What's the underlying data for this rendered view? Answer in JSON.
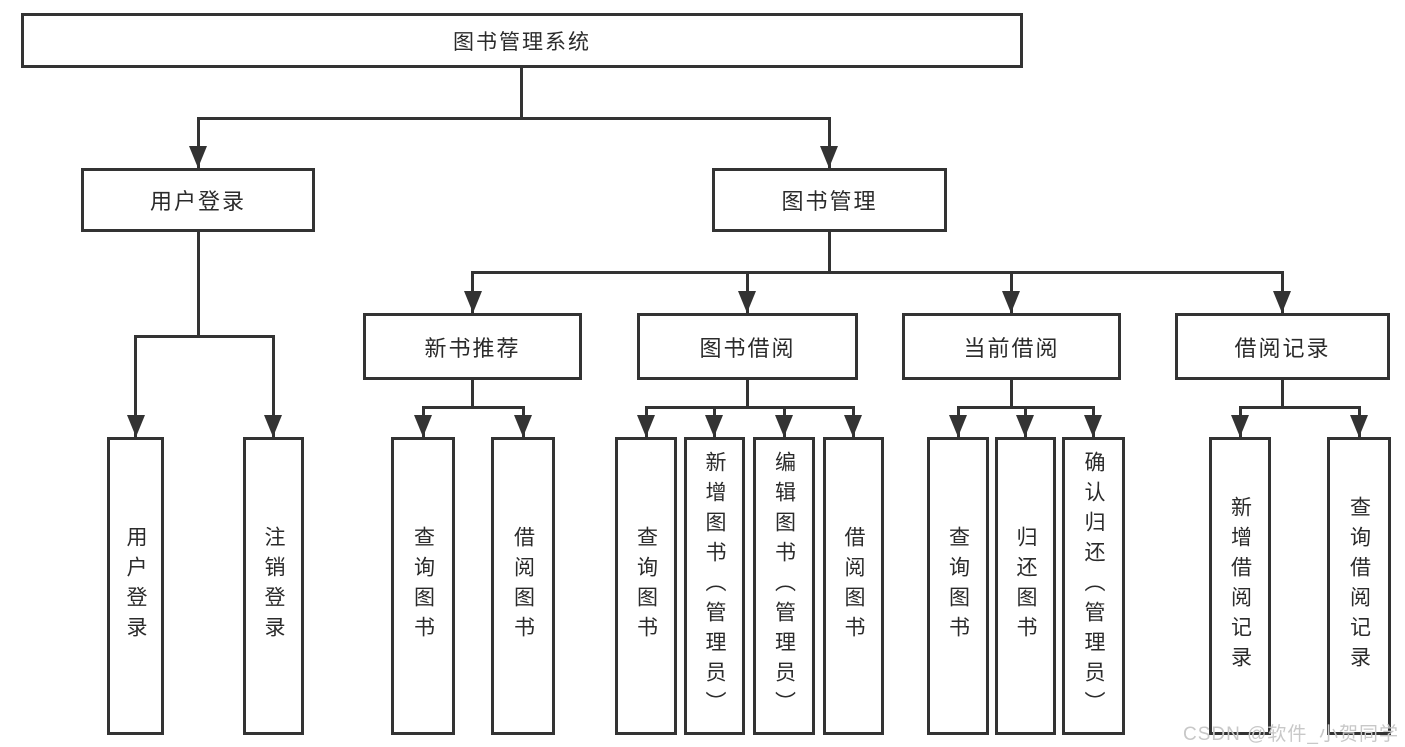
{
  "tree": {
    "root": {
      "label": "图书管理系统",
      "children": [
        {
          "label": "用户登录",
          "children": [
            {
              "label": "用户登录"
            },
            {
              "label": "注销登录"
            }
          ]
        },
        {
          "label": "图书管理",
          "children": [
            {
              "label": "新书推荐",
              "children": [
                {
                  "label": "查询图书"
                },
                {
                  "label": "借阅图书"
                }
              ]
            },
            {
              "label": "图书借阅",
              "children": [
                {
                  "label": "查询图书"
                },
                {
                  "label": "新增图书（管理员）"
                },
                {
                  "label": "编辑图书（管理员）"
                },
                {
                  "label": "借阅图书"
                }
              ]
            },
            {
              "label": "当前借阅",
              "children": [
                {
                  "label": "查询图书"
                },
                {
                  "label": "归还图书"
                },
                {
                  "label": "确认归还（管理员）"
                }
              ]
            },
            {
              "label": "借阅记录",
              "children": [
                {
                  "label": "新增借阅记录"
                },
                {
                  "label": "查询借阅记录"
                }
              ]
            }
          ]
        }
      ]
    }
  },
  "watermark": {
    "text": "CSDN @软件_小贺同学",
    "color": "#c8c8c8"
  },
  "colors": {
    "line": "#333333",
    "box_border": "#333333",
    "text": "#2b2b2b",
    "background": "#ffffff"
  }
}
